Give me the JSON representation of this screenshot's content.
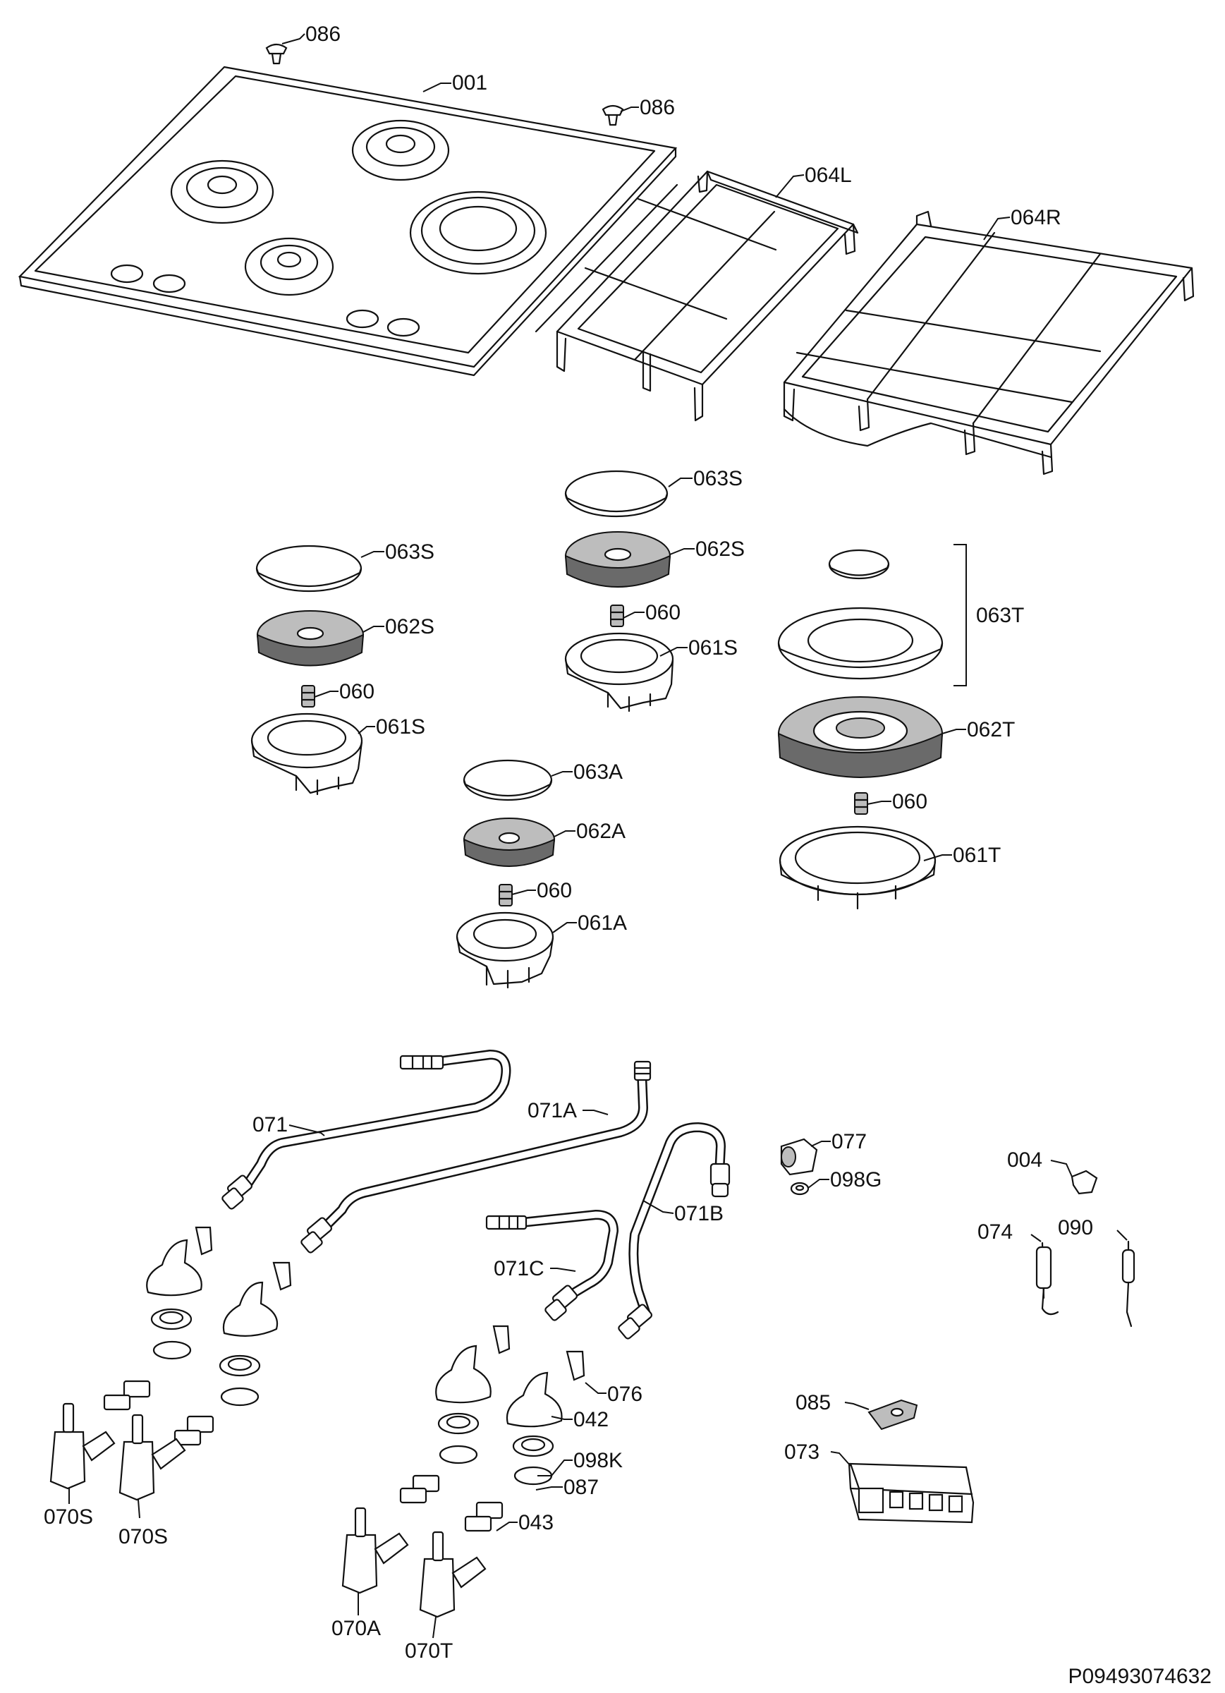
{
  "diagram": {
    "drawing_code": "P09493074632",
    "labels": {
      "l_086a": "086",
      "l_001": "001",
      "l_086b": "086",
      "l_064L": "064L",
      "l_064R": "064R",
      "l_063S_mid": "063S",
      "l_063S_left": "063S",
      "l_062S_mid": "062S",
      "l_062S_left": "062S",
      "l_060_mid": "060",
      "l_061S_mid": "061S",
      "l_060_left": "060",
      "l_061S_left": "061S",
      "l_063T": "063T",
      "l_062T": "062T",
      "l_060_right": "060",
      "l_061T": "061T",
      "l_063A": "063A",
      "l_062A": "062A",
      "l_060_a": "060",
      "l_061A": "061A",
      "l_071": "071",
      "l_071A": "071A",
      "l_077": "077",
      "l_098G": "098G",
      "l_004": "004",
      "l_071B": "071B",
      "l_071C": "071C",
      "l_074": "074",
      "l_090": "090",
      "l_076": "076",
      "l_042": "042",
      "l_098K": "098K",
      "l_087": "087",
      "l_043": "043",
      "l_085": "085",
      "l_073": "073",
      "l_070S_a": "070S",
      "l_070S_b": "070S",
      "l_070A": "070A",
      "l_070T": "070T"
    }
  }
}
